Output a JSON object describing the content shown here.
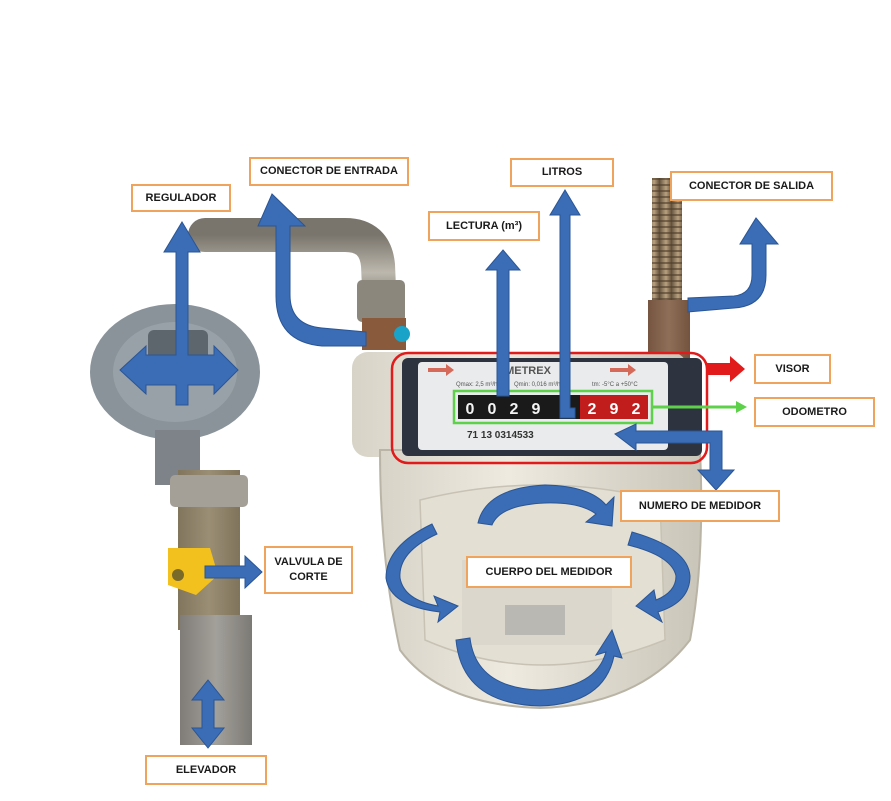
{
  "labels": {
    "regulador": "REGULADOR",
    "conector_entrada": "CONECTOR DE  ENTRADA",
    "litros": "LITROS",
    "conector_salida": "CONECTOR DE  SALIDA",
    "lectura": "LECTURA (m³)",
    "visor": "VISOR",
    "odometro": "ODOMETRO",
    "numero_medidor": "NUMERO DE MEDIDOR",
    "valvula_corte": "VALVULA DE\nCORTE",
    "cuerpo_medidor": "CUERPO DEL MEDIDOR",
    "elevador": "ELEVADOR"
  },
  "meter": {
    "brand": "METREX",
    "qmax": "Qmax: 2,5 m³/h",
    "qmin": "Qmin: 0,016 m³/h",
    "temp": "tm: -5°C a +50°C",
    "digits_black": [
      "0",
      "0",
      "2",
      "9"
    ],
    "digits_red": [
      "2",
      "9",
      "2"
    ],
    "serial": "71 13 0314533"
  },
  "colors": {
    "label_border": "#f0a35c",
    "arrow_blue": "#3a6db5",
    "visor_frame": "#e11b1b",
    "odometro_frame": "#5ed14a"
  }
}
